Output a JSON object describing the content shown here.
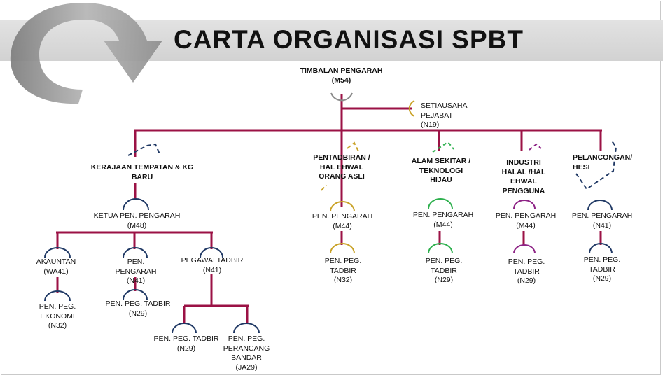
{
  "title": "CARTA ORGANISASI SPBT",
  "colors": {
    "connector": "#9b1245",
    "navy": "#1f3864",
    "gold": "#c9a227",
    "green": "#2eb04e",
    "purple": "#8e2486",
    "gray": "#8c8c8c",
    "band": "#d9d9d9"
  },
  "org": {
    "top": {
      "title": "TIMBALAN PENGARAH",
      "code": "(M54)"
    },
    "secretary": {
      "title": "SETIAUSAHA\nPEJABAT",
      "code": "(N19)"
    },
    "units": {
      "kerajaan": "KERAJAAN TEMPATAN & KG\nBARU",
      "pentadbiran": "PENTADBIRAN /\nHAL EHWAL\nORANG ASLI",
      "alam": "ALAM SEKITAR /\nTEKNOLOGI\nHIJAU",
      "industri": "INDUSTRI\nHALAL /HAL\nEHWAL\nPENGGUNA",
      "pelancongan": "PELANCONGAN/\nHESI"
    },
    "positions": {
      "ketua": {
        "title": "KETUA PEN. PENGARAH",
        "code": "(M48)"
      },
      "akauntan": {
        "title": "AKAUNTAN",
        "code": "(WA41)"
      },
      "pen_pengarah_n41": {
        "title": "PEN.\nPENGARAH",
        "code": "(N41)"
      },
      "pegawai_tadbir": {
        "title": "PEGAWAI TADBIR",
        "code": "(N41)"
      },
      "ekonomi": {
        "title": "PEN. PEG.\nEKONOMI",
        "code": "(N32)"
      },
      "ppt_n29_left": {
        "title": "PEN. PEG. TADBIR",
        "code": "(N29)"
      },
      "ppt_n29_bottom": {
        "title": "PEN. PEG. TADBIR",
        "code": "(N29)"
      },
      "perancang": {
        "title": "PEN. PEG.\nPERANCANG\nBANDAR",
        "code": "(JA29)"
      },
      "pent_pp": {
        "title": "PEN. PENGARAH",
        "code": "(M44)"
      },
      "pent_ppt": {
        "title": "PEN. PEG.\nTADBIR",
        "code": "(N32)"
      },
      "alam_pp": {
        "title": "PEN. PENGARAH",
        "code": "(M44)"
      },
      "alam_ppt": {
        "title": "PEN. PEG.\nTADBIR",
        "code": "(N29)"
      },
      "ind_pp": {
        "title": "PEN. PENGARAH",
        "code": "(M44)"
      },
      "ind_ppt": {
        "title": "PEN. PEG.\nTADBIR",
        "code": "(N29)"
      },
      "pel_pp": {
        "title": "PEN. PENGARAH",
        "code": "(N41)"
      },
      "pel_ppt": {
        "title": "PEN. PEG.\nTADBIR",
        "code": "(N29)"
      }
    }
  }
}
